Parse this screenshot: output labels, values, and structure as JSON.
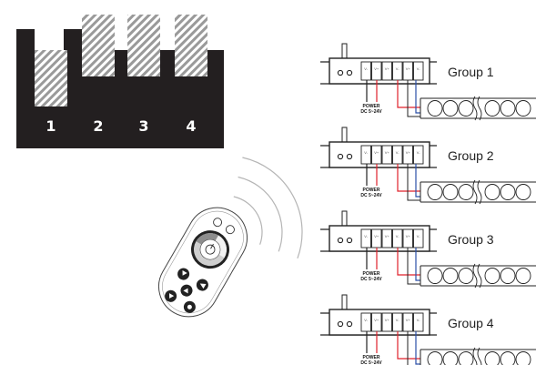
{
  "dip_switch": {
    "numbers": [
      "1",
      "2",
      "3",
      "4"
    ],
    "states": [
      "down",
      "up",
      "up",
      "up"
    ],
    "colors": {
      "body": "#231f20",
      "hatch": "#9a9a9a"
    }
  },
  "groups": [
    {
      "label": "Group 1",
      "power_line1": "POWER",
      "power_line2": "DC 5~24V"
    },
    {
      "label": "Group 2",
      "power_line1": "POWER",
      "power_line2": "DC 5~24V"
    },
    {
      "label": "Group 3",
      "power_line1": "POWER",
      "power_line2": "DC 5~24V"
    },
    {
      "label": "Group 4",
      "power_line1": "POWER",
      "power_line2": "DC 5~24V"
    }
  ],
  "terminal_labels": [
    "V-",
    "V+",
    "V+",
    "V-",
    "V+",
    "V-"
  ],
  "led_strip": {
    "leds_per_segment": 3,
    "segments": 2
  },
  "wire_colors": {
    "black": "#222222",
    "red": "#e0212b",
    "blue": "#2b4fa8"
  },
  "remote": {
    "icons": [
      "power-icon",
      "brightness-up-icon",
      "brightness-down-icon",
      "mode-icon",
      "speed-icon"
    ]
  },
  "signal": {
    "arc_count": 4
  }
}
